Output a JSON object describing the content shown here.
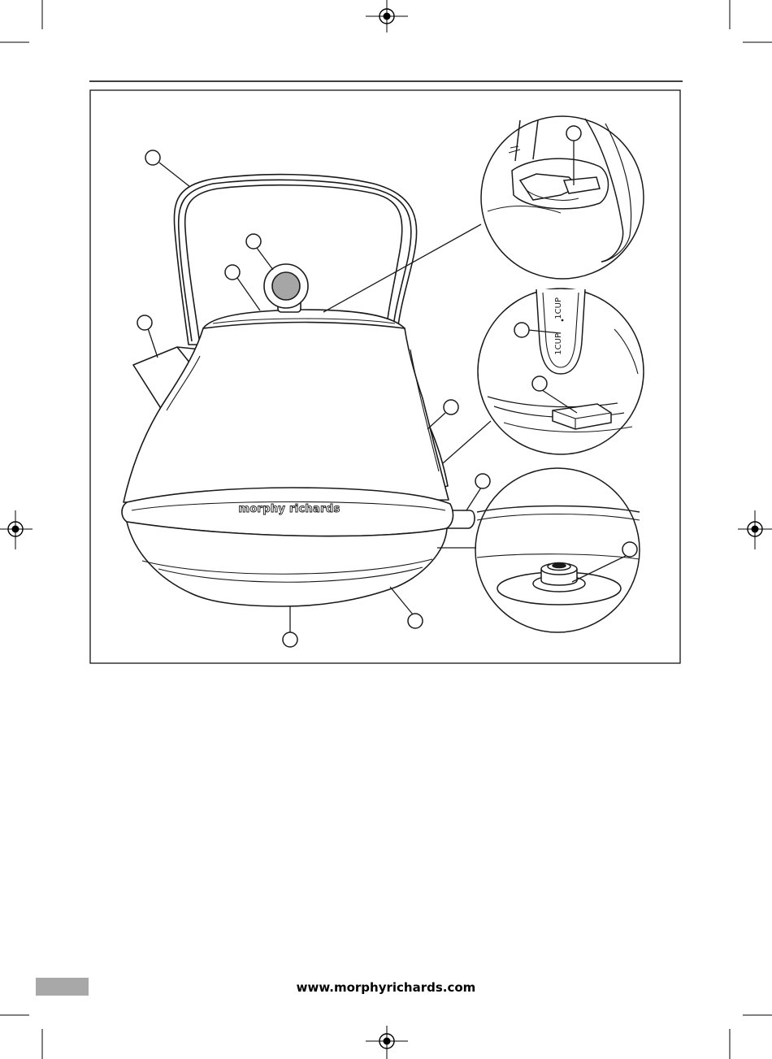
{
  "brand": {
    "logo_text": "morphy richards"
  },
  "footer": {
    "url": "www.morphyrichards.com",
    "page_box_color": "#a8a8a8"
  },
  "detail_labels": {
    "cup_mark_1": "1CUP",
    "cup_mark_2": "1CUP"
  },
  "callout_markers": [
    {
      "id": "handle"
    },
    {
      "id": "lid-button"
    },
    {
      "id": "lid"
    },
    {
      "id": "spout"
    },
    {
      "id": "water-window"
    },
    {
      "id": "switch"
    },
    {
      "id": "body-base"
    },
    {
      "id": "base-bottom"
    },
    {
      "id": "filter"
    },
    {
      "id": "water-gauge"
    },
    {
      "id": "lever"
    },
    {
      "id": "connector"
    }
  ],
  "colors": {
    "line": "#1a1a1a",
    "lid_button_fill": "#a6a6a6",
    "rule": "#000000"
  }
}
